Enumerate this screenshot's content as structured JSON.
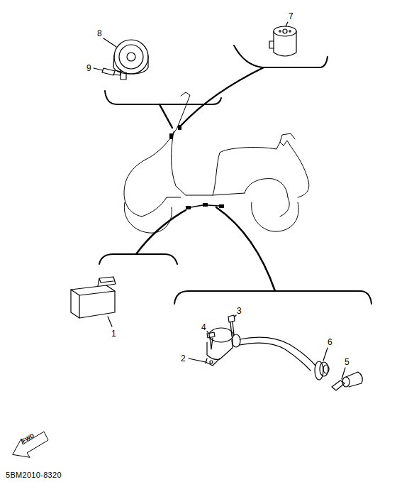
{
  "diagram": {
    "labels": [
      "8",
      "9",
      "7",
      "1",
      "2",
      "4",
      "3",
      "6",
      "5",
      "FWD",
      "5BM2010-8320"
    ]
  }
}
